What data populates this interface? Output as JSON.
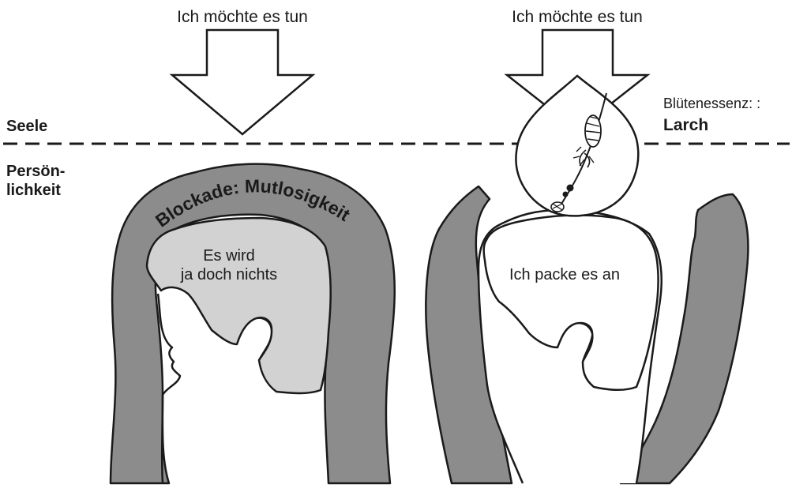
{
  "labels": {
    "arrow_left": "Ich möchte es tun",
    "arrow_right": "Ich möchte es tun",
    "level_soul": "Seele",
    "level_personality_1": "Persön-",
    "level_personality_2": "lichkeit",
    "essence_caption": "Blütenessenz: :",
    "essence_name": "Larch",
    "blockade_prefix": "Blockade: ",
    "blockade_word": "Mutlosigkeit",
    "thought_left_1": "Es wird",
    "thought_left_2": "ja doch nichts",
    "thought_right": "Ich packe es an"
  },
  "colors": {
    "ink": "#1a1a1a",
    "blockade_band": "#8c8c8c",
    "thought_fill": "#d2d2d2",
    "background": "#ffffff"
  }
}
